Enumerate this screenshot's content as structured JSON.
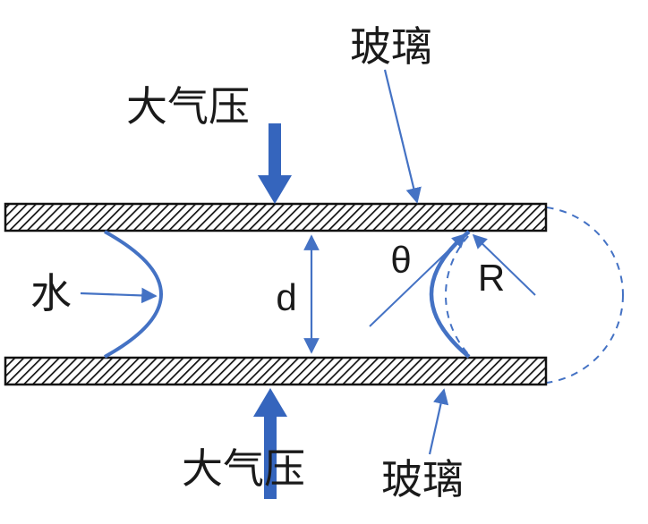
{
  "figure": {
    "glass_label_top": "玻璃",
    "glass_label_bottom": "玻璃",
    "pressure_label_top": "大气压",
    "pressure_label_bottom": "大气压",
    "water_label": "水",
    "gap_label": "d",
    "contact_angle_label": "θ",
    "radius_label": "R",
    "colors": {
      "big_arrow_blue": "#3565BD",
      "thin_line_blue": "#4472C4",
      "plate_hatch": "#111111",
      "text": "#1a1a1a",
      "background": "#ffffff"
    }
  }
}
